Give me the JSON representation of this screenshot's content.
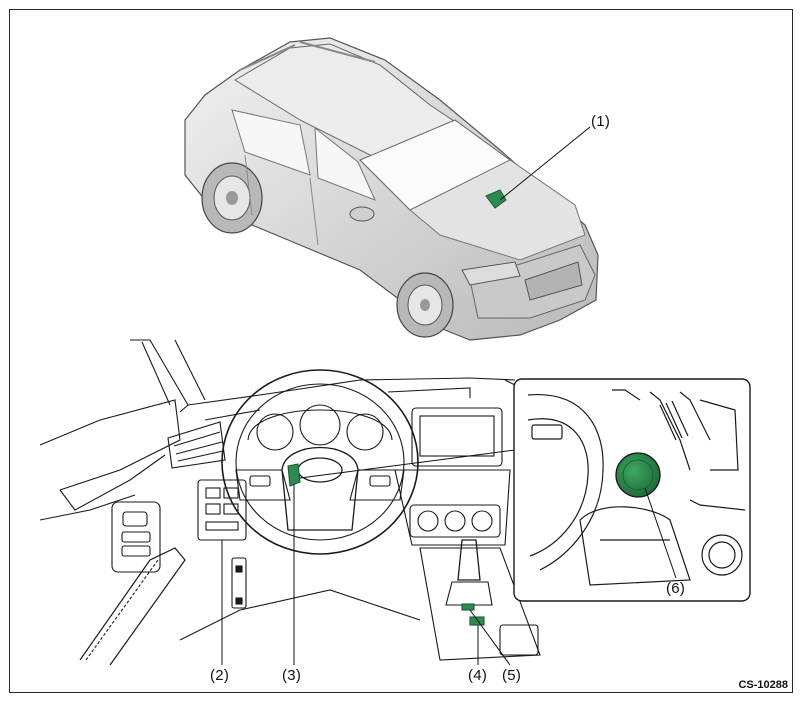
{
  "callouts": {
    "c1": "(1)",
    "c2": "(2)",
    "c3": "(3)",
    "c4": "(4)",
    "c5": "(5)",
    "c6": "(6)"
  },
  "figure_code": "CS-10288",
  "colors": {
    "highlight": "#2e8b4f",
    "line": "#1a1a1a",
    "body_shade": "#d9d9d9"
  }
}
